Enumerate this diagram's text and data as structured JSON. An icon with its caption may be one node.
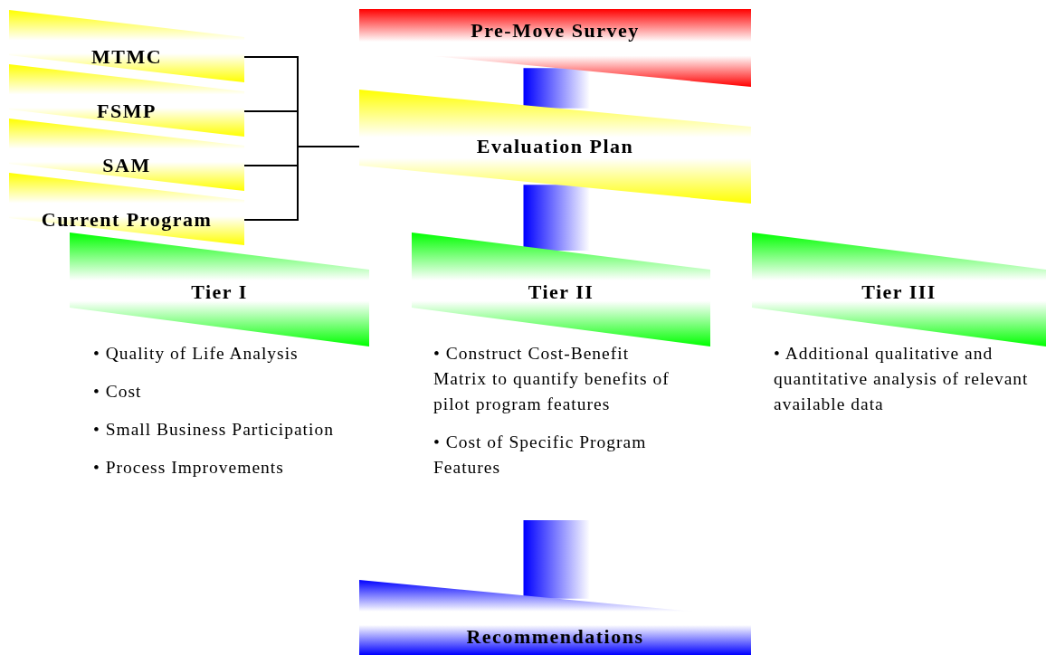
{
  "diagram": {
    "nodes": [
      {
        "text": [
          "MTMC"
        ]
      },
      {
        "text": [
          "FSMP"
        ]
      },
      {
        "text": [
          "SAM"
        ]
      },
      {
        "text": [
          "Current Program"
        ]
      },
      {
        "text": [
          "Pre-Move Survey"
        ]
      },
      {
        "text": [
          "Evaluation Plan"
        ]
      },
      {
        "text": [
          "Tier I"
        ],
        "beside": [
          "• Quality of Life Analysis",
          "• Cost",
          "• Small Business Participation",
          "• Process Improvements"
        ]
      },
      {
        "text": [
          "Tier II"
        ],
        "beside": [
          "• Construct Cost-Benefit Matrix to quantify benefits of pilot program features",
          "• Cost of Specific Program Features"
        ]
      },
      {
        "text": [
          "Tier III"
        ],
        "beside": [
          "• Additional qualitative and quantitative analysis of relevant available data"
        ]
      },
      {
        "text": [
          "Recommendations"
        ]
      }
    ],
    "edges": [
      {
        "from": 0,
        "to": 5,
        "arrow": "none"
      },
      {
        "from": 1,
        "to": 5,
        "arrow": "none"
      },
      {
        "from": 2,
        "to": 5,
        "arrow": "none"
      },
      {
        "from": 3,
        "to": 5,
        "arrow": "none"
      },
      {
        "from": 4,
        "to": 5,
        "arrow": "none",
        "style": "thick",
        "color": "#0000ff"
      },
      {
        "from": 5,
        "to": 7,
        "arrow": "none",
        "style": "thick",
        "color": "#0000ff"
      },
      {
        "from": 7,
        "to": 9,
        "arrow": "none",
        "style": "thick",
        "color": "#0000ff"
      }
    ]
  }
}
